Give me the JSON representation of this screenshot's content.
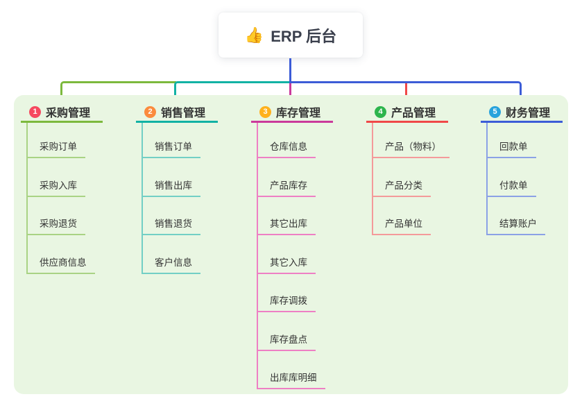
{
  "root": {
    "icon": "👍",
    "label": "ERP 后台",
    "line_color": "#3c5cd7"
  },
  "panel": {
    "background": "#e9f6e2"
  },
  "branches": [
    {
      "badge": "1",
      "label": "采购管理",
      "badge_color": "#f6495f",
      "line_color": "#7cb93d",
      "sub_line_color": "#a9d384",
      "children": [
        "采购订单",
        "采购入库",
        "采购退货",
        "供应商信息"
      ]
    },
    {
      "badge": "2",
      "label": "销售管理",
      "badge_color": "#fb8b3d",
      "line_color": "#12b2a4",
      "sub_line_color": "#72cfc5",
      "children": [
        "销售订单",
        "销售出库",
        "销售退货",
        "客户信息"
      ]
    },
    {
      "badge": "3",
      "label": "库存管理",
      "badge_color": "#ffb11d",
      "line_color": "#ca3a9b",
      "sub_line_color": "#ee7fc4",
      "children": [
        "仓库信息",
        "产品库存",
        "其它出库",
        "其它入库",
        "库存调拨",
        "库存盘点",
        "出库库明细"
      ]
    },
    {
      "badge": "4",
      "label": "产品管理",
      "badge_color": "#2db54d",
      "line_color": "#f04848",
      "sub_line_color": "#f49a9a",
      "children": [
        "产品（物料）",
        "产品分类",
        "产品单位"
      ]
    },
    {
      "badge": "5",
      "label": "财务管理",
      "badge_color": "#29a3dc",
      "line_color": "#3c5cd7",
      "sub_line_color": "#8ba1e6",
      "children": [
        "回款单",
        "付款单",
        "结算账户"
      ]
    }
  ]
}
